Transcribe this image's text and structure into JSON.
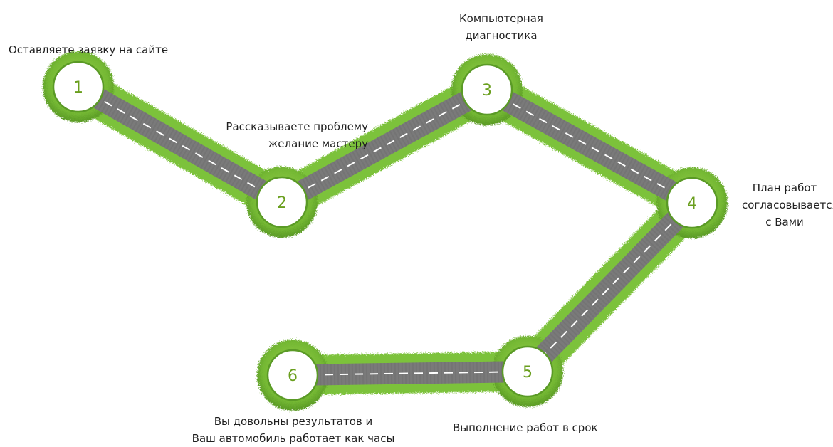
{
  "steps": [
    {
      "number": "1",
      "lines": [
        "Оставляете заявку на сайте"
      ]
    },
    {
      "number": "2",
      "lines": [
        "Рассказываете проблему",
        "желание мастеру"
      ]
    },
    {
      "number": "3",
      "lines": [
        "Компьютерная",
        "диагностика"
      ]
    },
    {
      "number": "4",
      "lines": [
        "План работ",
        "согласовывается",
        "с Вами"
      ]
    },
    {
      "number": "5",
      "lines": [
        "Выполнение работ в срок"
      ]
    },
    {
      "number": "6",
      "lines": [
        "Вы довольны результатов и",
        "Ваш автомобиль работает как часы"
      ]
    }
  ],
  "colors": {
    "grass": "#7cc23a",
    "grass_dark": "#5a9a26",
    "asphalt": "#7a7a7a",
    "dash": "#ffffff",
    "circle_fill": "#ffffff",
    "number": "#6a9f1e"
  }
}
